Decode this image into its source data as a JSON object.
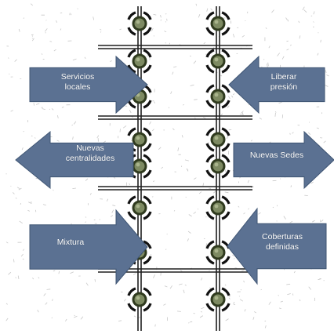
{
  "colors": {
    "arrow_fill": "#5b7192",
    "arrow_stroke": "#3f5573",
    "road": "#1e1e1e",
    "node_outer": "#2f3a1e",
    "node_inner": "#7d8a62",
    "label_text": "#ffffff",
    "background_speckle": "#c8c8c8"
  },
  "icons": {
    "node": "roundabout-node-icon",
    "arrow": "block-arrow-shape"
  },
  "arrows": [
    {
      "id": "servicios-locales",
      "label": "Servicios\nlocales",
      "direction": "right"
    },
    {
      "id": "liberar-presion",
      "label": "Liberar\npresión",
      "direction": "left"
    },
    {
      "id": "nuevas-centralidades",
      "label": "Nuevas\ncentralidades",
      "direction": "left"
    },
    {
      "id": "nuevas-sedes",
      "label": "Nuevas Sedes",
      "direction": "right"
    },
    {
      "id": "mixtura",
      "label": "Mixtura",
      "direction": "right"
    },
    {
      "id": "coberturas-definidas",
      "label": "Coberturas\ndefinidas",
      "direction": "left"
    }
  ]
}
